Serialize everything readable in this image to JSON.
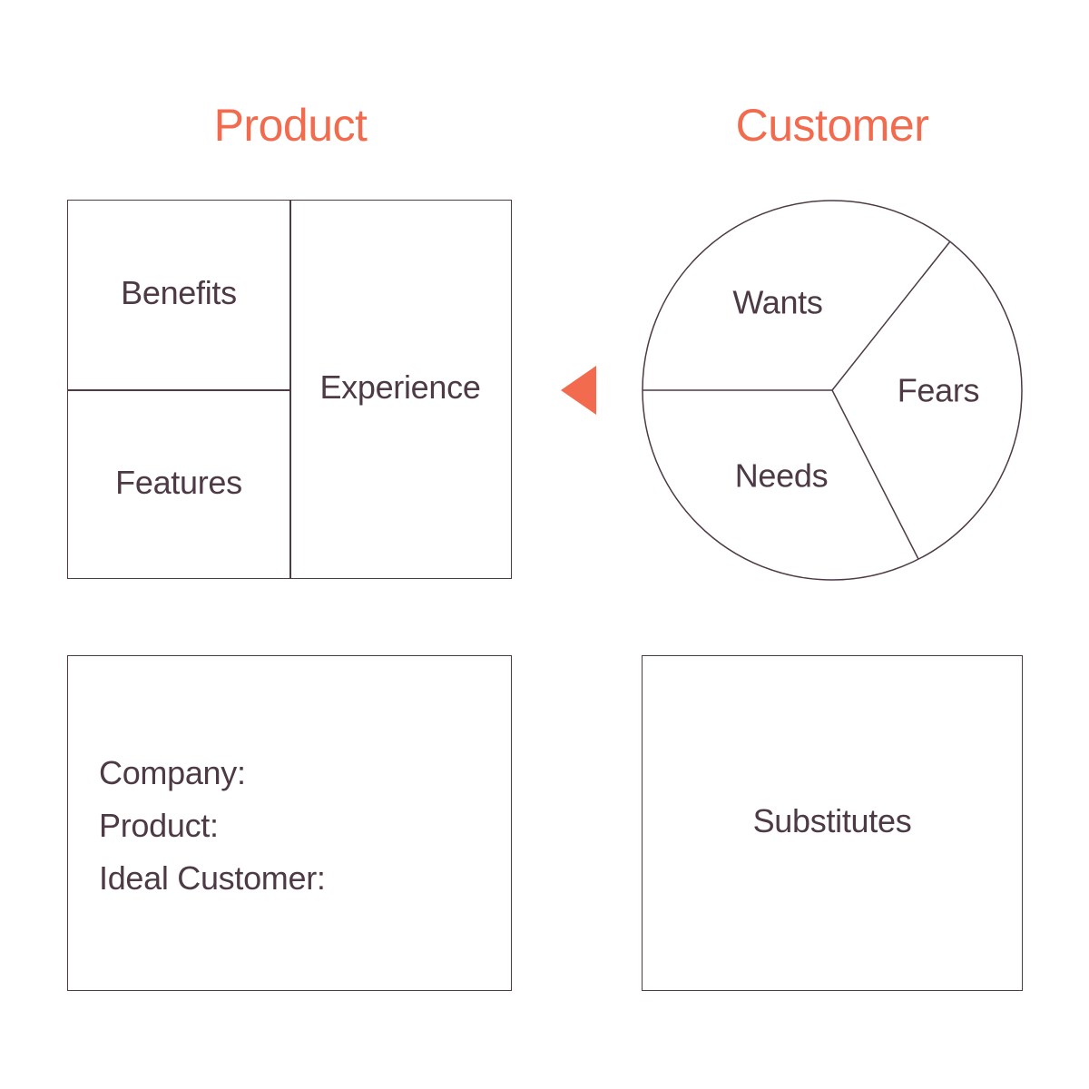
{
  "colors": {
    "accent": "#f26b4e",
    "line": "#4d3a45",
    "text": "#4d3a45",
    "background": "#ffffff"
  },
  "headings": {
    "product": "Product",
    "customer": "Customer"
  },
  "product_canvas": {
    "benefits": "Benefits",
    "features": "Features",
    "experience": "Experience"
  },
  "customer_circle": {
    "wants": "Wants",
    "fears": "Fears",
    "needs": "Needs"
  },
  "arrow": {
    "icon": "triangle-left-icon"
  },
  "info_box": {
    "company_label": "Company:",
    "product_label": "Product:",
    "ideal_customer_label": "Ideal Customer:"
  },
  "substitutes_box": {
    "label": "Substitutes"
  }
}
